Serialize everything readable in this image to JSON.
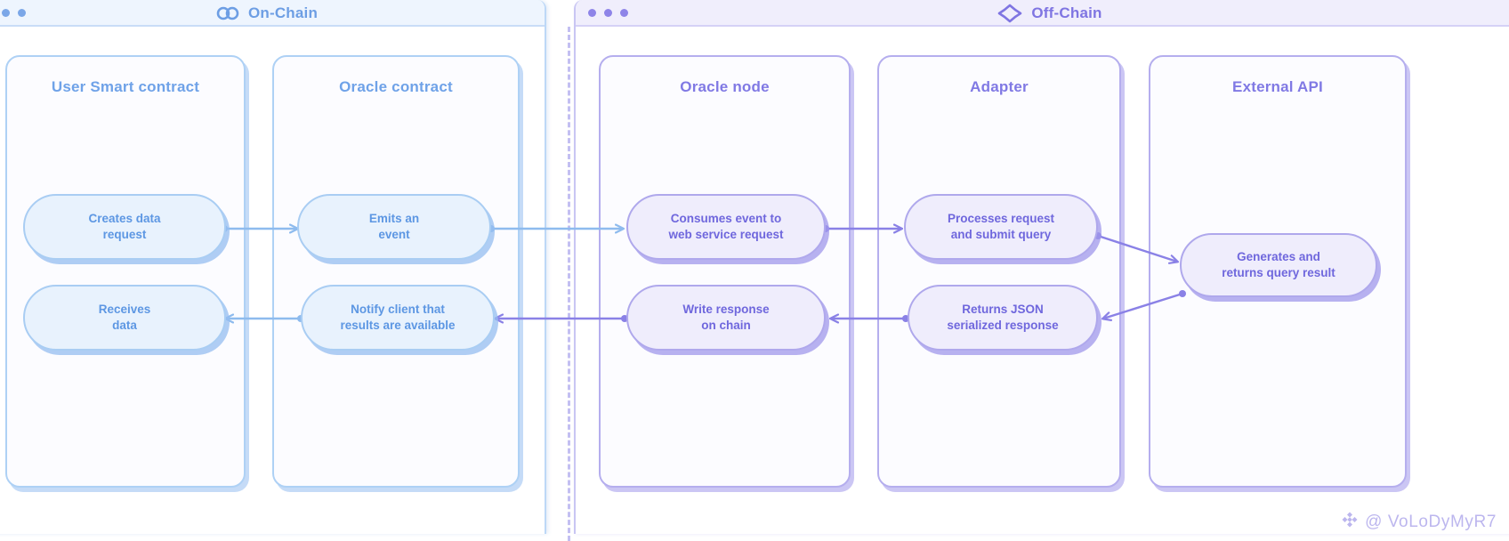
{
  "panels": {
    "on_chain": {
      "title": "On-Chain",
      "icon": "chain-link-icon",
      "accent": "#6d9ee4",
      "border": "#bdd8f7",
      "titlebar_bg": "#eef5fe",
      "dots": [
        "#7ba7e8",
        "#7ba7e8"
      ]
    },
    "off_chain": {
      "title": "Off-Chain",
      "icon": "cloud-icon",
      "accent": "#7f75e2",
      "border": "#c9c6f3",
      "titlebar_bg": "#f0eefc",
      "dots": [
        "#8e84e8",
        "#8e84e8",
        "#8e84e8"
      ]
    }
  },
  "lanes": [
    {
      "id": "user-smart-contract",
      "title": "User Smart contract",
      "theme": "blue",
      "steps": [
        {
          "id": "creates-data-request",
          "label": "Creates data\nrequest"
        },
        {
          "id": "receives-data",
          "label": "Receives\ndata"
        }
      ]
    },
    {
      "id": "oracle-contract",
      "title": "Oracle contract",
      "theme": "blue",
      "steps": [
        {
          "id": "emits-an-event",
          "label": "Emits an\nevent"
        },
        {
          "id": "notify-client",
          "label": "Notify client that\nresults are available"
        }
      ]
    },
    {
      "id": "oracle-node",
      "title": "Oracle node",
      "theme": "purple",
      "steps": [
        {
          "id": "consumes-event",
          "label": "Consumes event to\nweb service request"
        },
        {
          "id": "write-response",
          "label": "Write response\non chain"
        }
      ]
    },
    {
      "id": "adapter",
      "title": "Adapter",
      "theme": "purple",
      "steps": [
        {
          "id": "processes-request",
          "label": "Processes request\nand submit query"
        },
        {
          "id": "returns-json",
          "label": "Returns JSON\nserialized response"
        }
      ]
    },
    {
      "id": "external-api",
      "title": "External API",
      "theme": "purple",
      "steps": [
        {
          "id": "generates-returns",
          "label": "Generates and\nreturns query result"
        }
      ]
    }
  ],
  "flow": {
    "request_direction": "left-to-right",
    "response_direction": "right-to-left",
    "arrow_color_blue": "#8ebbee",
    "arrow_color_purple": "#8a81e6"
  },
  "watermark": {
    "handle": "@ VoLoDyMyR7",
    "icon": "diamond-logo-icon",
    "color": "#b9b3ee"
  }
}
